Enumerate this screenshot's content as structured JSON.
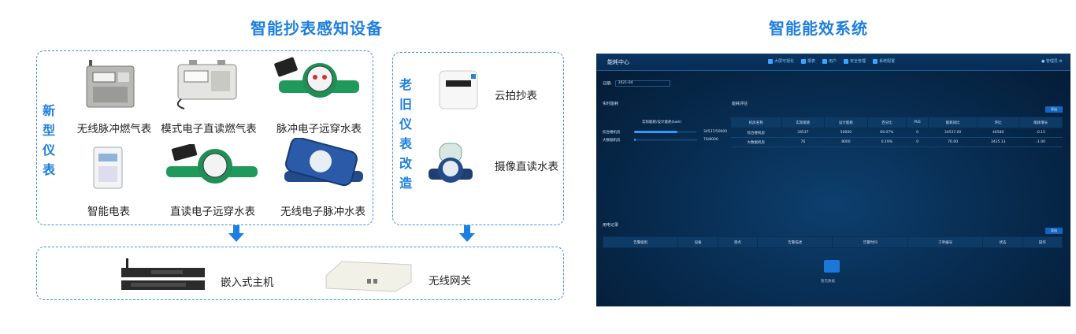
{
  "titles": {
    "left": "智能抄表感知设备",
    "right": "智能能效系统"
  },
  "new_label": [
    "新",
    "型",
    "仪",
    "表"
  ],
  "old_label": [
    "老",
    "旧",
    "仪",
    "表",
    "改",
    "造"
  ],
  "new_devices": [
    "无线脉冲燃气表",
    "模式电子直读燃气表",
    "脉冲电子远穿水表",
    "智能电表",
    "直读电子远穿水表",
    "无线电子脉冲水表"
  ],
  "old_devices": [
    "云拍抄表",
    "摄像直读水表"
  ],
  "gateways": [
    "嵌入式主机",
    "无线网关"
  ],
  "dashboard": {
    "brand": "能耗中心",
    "nav": [
      "大屏可视化",
      "报表",
      "用户",
      "安全管理",
      "系统配置"
    ],
    "user": "管理员",
    "date_label": "日期:",
    "date_value": "2021-04",
    "left_section": "实时能耗",
    "right_section": "能耗评估",
    "bottom_section": "用电记录",
    "bar_title": "实际能耗/设计能耗(kwh)",
    "bars": [
      {
        "label": "综合楼机房",
        "value": "34537/50000",
        "fraction": 0.69
      },
      {
        "label": "大数据机房",
        "value": "76/8000",
        "fraction": 0.01
      }
    ],
    "export_label": "导出",
    "table_headers": [
      "机房名称",
      "实际能耗",
      "设计能耗",
      "百分比",
      "PUE",
      "能耗同比",
      "环比",
      "能耗增长"
    ],
    "table_rows": [
      [
        "综合楼机房",
        "34537",
        "50000",
        "69.07%",
        "0",
        "34537.00",
        "46580",
        "-0.15"
      ],
      [
        "大数据机房",
        "76",
        "8000",
        "0.19%",
        "0",
        "76.00",
        "3425.13",
        "-1.00"
      ]
    ],
    "bottom_headers": [
      "告警级别",
      "设备",
      "测点",
      "告警描述",
      "告警时间",
      "工单编号",
      "状态",
      "操作"
    ],
    "empty_text": "暂无数据"
  }
}
